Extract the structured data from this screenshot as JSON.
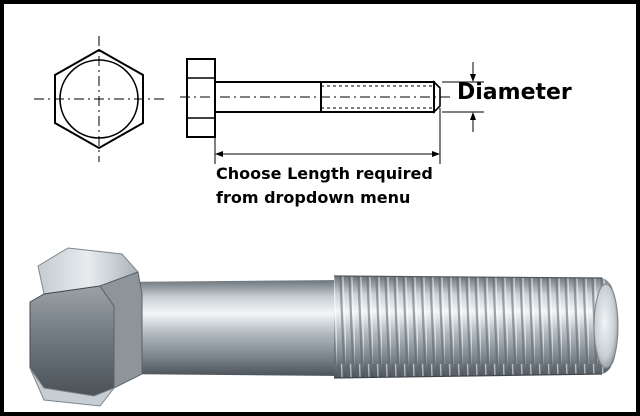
{
  "diagram": {
    "labels": {
      "diameter": "Diameter",
      "length_line1": "Choose Length required",
      "length_line2": "from dropdown menu"
    },
    "colors": {
      "frame": "#000000",
      "drawing_line": "#000000",
      "metal_light": "#e6eaee",
      "metal_mid": "#aab2b8",
      "metal_dark": "#5c656c"
    }
  }
}
